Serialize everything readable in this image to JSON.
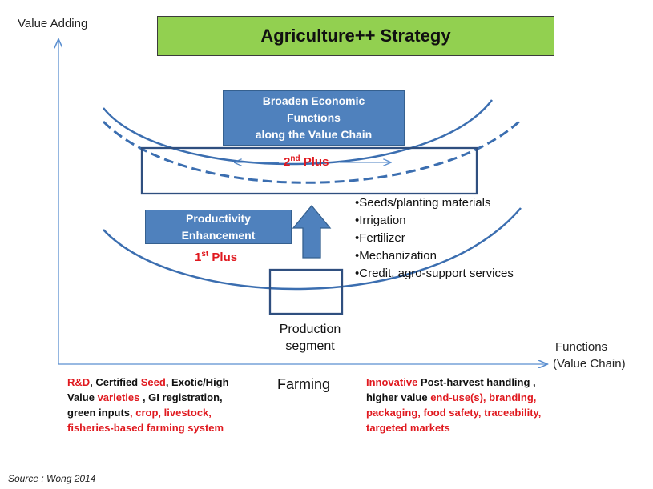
{
  "title": "Agriculture++ Strategy",
  "y_axis_label": "Value Adding",
  "x_axis_label": "Functions",
  "x_axis_sublabel": "(Value Chain)",
  "broaden_box": {
    "line1": "Broaden Economic",
    "line2": "Functions",
    "line3": "along the Value Chain"
  },
  "productivity_box": {
    "line1": "Productivity",
    "line2": "Enhancement"
  },
  "first_plus": {
    "number": "1",
    "suffix": "st",
    "word": " Plus"
  },
  "second_plus": {
    "number": "2",
    "suffix": "nd",
    "word": " Plus"
  },
  "inputs_list": [
    "•Seeds/planting materials",
    "•Irrigation",
    "•Fertilizer",
    "•Mechanization",
    "•Credit, agro-support services"
  ],
  "production_label": {
    "line1": "Production",
    "line2": "segment"
  },
  "farming_label": "Farming",
  "left_note": {
    "p1": "R&D",
    "p2": ", Certified ",
    "p3": "Seed",
    "p4": ", Exotic/High",
    "p5": "Value ",
    "p6": "varieties",
    "p7": " , GI registration,",
    "p8": "green inputs",
    "p9": ", crop, livestock,",
    "p10": "fisheries-based farming system"
  },
  "right_note": {
    "p1": "Innovative",
    "p2": " Post-harvest handling ,",
    "p3": "higher value ",
    "p4": "end-use(s), branding,",
    "p5": "packaging, food safety, traceability,",
    "p6": "targeted markets"
  },
  "source": "Source : Wong 2014",
  "colors": {
    "title_fill": "#92d050",
    "box_blue": "#4f81bd",
    "accent_red": "#e0191f",
    "curve_blue": "#3b6eb0",
    "frame_navy": "#2f4f7f"
  }
}
